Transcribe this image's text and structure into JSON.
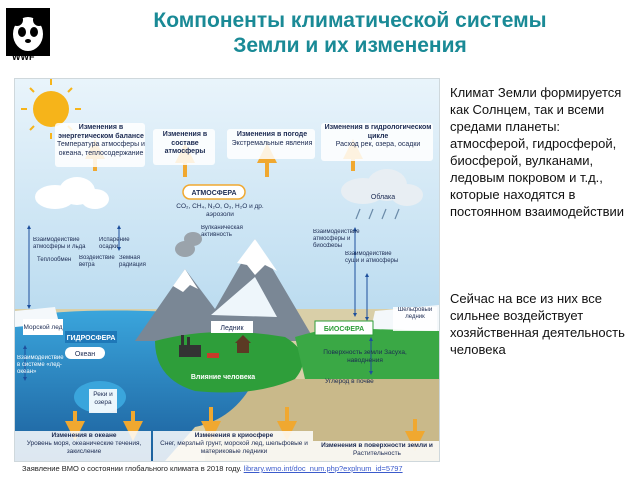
{
  "logo": {
    "text": "WWF"
  },
  "title": {
    "line1": "Компоненты климатической системы",
    "line2": "Земли и их изменения"
  },
  "diagram": {
    "top_labels": [
      {
        "head": "Изменения в энергетическом балансе",
        "body": "Температура атмосферы и океана, теплосодержание"
      },
      {
        "head": "Изменения в составе атмосферы",
        "body": ""
      },
      {
        "head": "Изменения в погоде",
        "body": "Экстремальные явления"
      },
      {
        "head": "Изменения в гидрологическом цикле",
        "body": "Расход рек, озера, осадки"
      }
    ],
    "atmosphere": "АТМОСФЕРА",
    "gases": "CO₂, CH₄, N₂O, O₃, H₂O и др. аэрозоли",
    "clouds": "Облака",
    "volcanic": "Вулканическая активность",
    "ice_atm": "Взаимодействие атмосферы и льда",
    "evap": "Испарение осадки",
    "heat_exchange": "Теплообмен",
    "wind": "Воздействие ветра",
    "solar": "Земная радиация",
    "atm_bio": "Взаимодействие атмосферы и биосферы",
    "land_atm": "Взаимодействие суши и атмосферы",
    "sea_ice": "Морской лед",
    "shelf": "Шельфовый ледник",
    "glacier": "Ледник",
    "hydrosphere": "ГИДРОСФЕРА",
    "ocean": "Океан",
    "biosphere": "БИОСФЕРА",
    "human": "Влияние человека",
    "ocean_ice": "Взаимодействие в системе «лед-океан»",
    "rivers": "Реки и озера",
    "land_surface": "Поверхность земли Засуха, наводнения",
    "carbon": "Углерод в почве",
    "ocean_change": {
      "head": "Изменения в океане",
      "body": "Уровень моря, океанические течения, закисление"
    },
    "cryo_change": {
      "head": "Изменения в криосфере",
      "body": "Снег, мерзлый грунт, морской лед, шельфовые и материковые ледники"
    },
    "land_change": {
      "head": "Изменения в поверхности земли и",
      "body": "Растительность"
    }
  },
  "text1": "Климат Земли формируется как Солнцем, так и всеми средами планеты: атмосферой, гидросферой, биосферой, вулканами, ледовым покровом и т.д., которые находятся в постоянном взаимодействии",
  "text2": "Сейчас на все из них все сильнее воздействует хозяйственная деятельность человека",
  "footer": {
    "text": "Заявление ВМО о состоянии глобального климата в 2018 году.",
    "link": "library.wmo.int/doc_num.php?explnum_id=5797"
  },
  "colors": {
    "title": "#1a8a96",
    "sky": "#cfe6f5",
    "ocean": "#2c8fc8",
    "land": "#d9cfa8",
    "arrow": "#f0a830",
    "biosphere": "#2e9e3a"
  }
}
